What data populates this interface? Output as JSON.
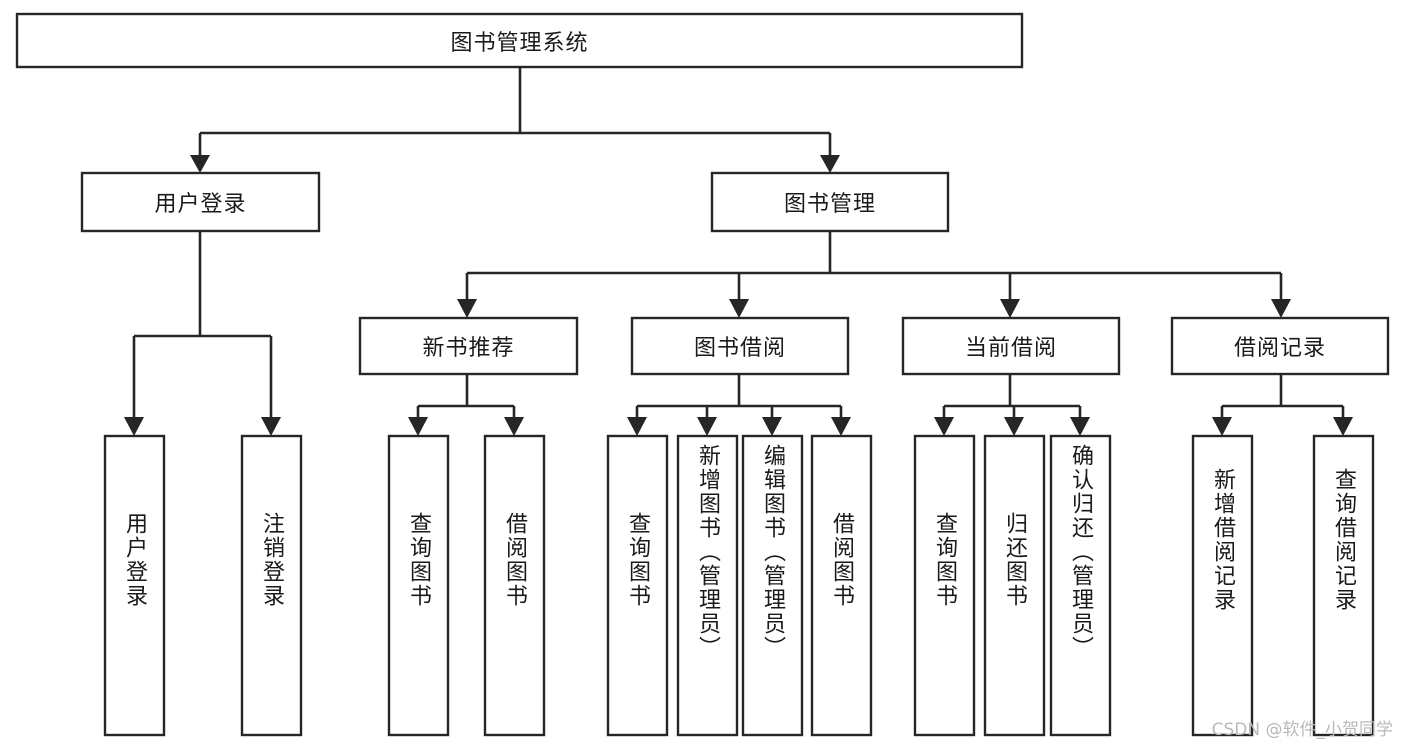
{
  "diagram": {
    "title": "图书管理系统",
    "type": "功能结构图",
    "root": {
      "id": "root",
      "label": "图书管理系统",
      "orientation": "horizontal"
    },
    "level1": [
      {
        "id": "user-login",
        "label": "用户登录",
        "orientation": "horizontal"
      },
      {
        "id": "book-manage",
        "label": "图书管理",
        "orientation": "horizontal"
      }
    ],
    "level2": [
      {
        "id": "new-book-recommend",
        "label": "新书推荐",
        "orientation": "horizontal",
        "parent": "book-manage"
      },
      {
        "id": "book-borrow",
        "label": "图书借阅",
        "orientation": "horizontal",
        "parent": "book-manage"
      },
      {
        "id": "current-borrow",
        "label": "当前借阅",
        "orientation": "horizontal",
        "parent": "book-manage"
      },
      {
        "id": "borrow-record",
        "label": "借阅记录",
        "orientation": "horizontal",
        "parent": "book-manage"
      }
    ],
    "leaves": [
      {
        "id": "leaf-user-login",
        "label": "用户登录",
        "orientation": "vertical",
        "parent": "user-login"
      },
      {
        "id": "leaf-logout-login",
        "label": "注销登录",
        "orientation": "vertical",
        "parent": "user-login"
      },
      {
        "id": "leaf-query-book-1",
        "label": "查询图书",
        "orientation": "vertical",
        "parent": "new-book-recommend"
      },
      {
        "id": "leaf-borrow-book-1",
        "label": "借阅图书",
        "orientation": "vertical",
        "parent": "new-book-recommend"
      },
      {
        "id": "leaf-query-book-2",
        "label": "查询图书",
        "orientation": "vertical",
        "parent": "book-borrow"
      },
      {
        "id": "leaf-add-book",
        "label": "新增图书（管理员）",
        "orientation": "vertical",
        "parent": "book-borrow"
      },
      {
        "id": "leaf-edit-book",
        "label": "编辑图书（管理员）",
        "orientation": "vertical",
        "parent": "book-borrow"
      },
      {
        "id": "leaf-borrow-book-2",
        "label": "借阅图书",
        "orientation": "vertical",
        "parent": "book-borrow"
      },
      {
        "id": "leaf-query-book-3",
        "label": "查询图书",
        "orientation": "vertical",
        "parent": "current-borrow"
      },
      {
        "id": "leaf-return-book",
        "label": "归还图书",
        "orientation": "vertical",
        "parent": "current-borrow"
      },
      {
        "id": "leaf-confirm-return",
        "label": "确认归还（管理员）",
        "orientation": "vertical",
        "parent": "current-borrow"
      },
      {
        "id": "leaf-add-record",
        "label": "新增借阅记录",
        "orientation": "vertical",
        "parent": "borrow-record"
      },
      {
        "id": "leaf-query-record",
        "label": "查询借阅记录",
        "orientation": "vertical",
        "parent": "borrow-record"
      }
    ]
  },
  "watermark": {
    "text": "CSDN @软件_小贺同学"
  },
  "colors": {
    "box_stroke": "#262626",
    "box_fill": "#ffffff",
    "text": "#1a1a1a",
    "connector": "#262626",
    "watermark": "#b9b9b9",
    "background": "#ffffff"
  }
}
